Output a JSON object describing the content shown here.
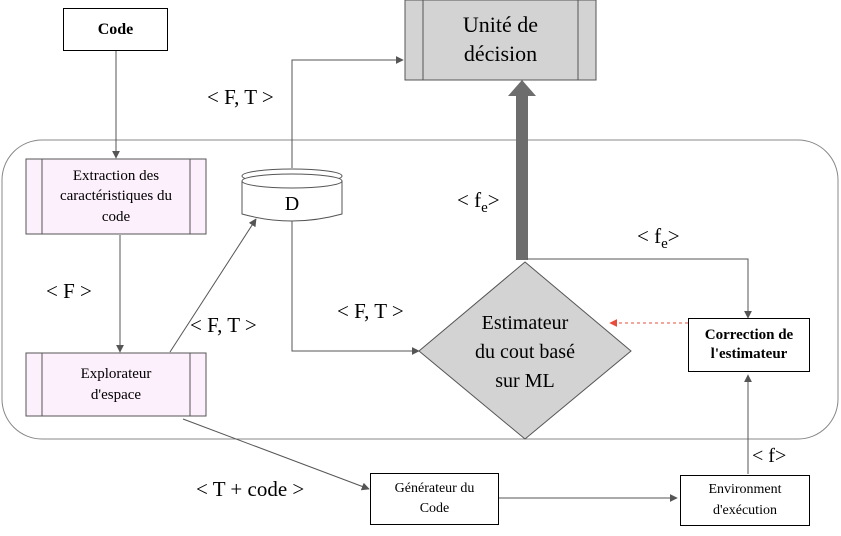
{
  "nodes": {
    "code": "Code",
    "unite": "Unité de\ndécision",
    "extraction": "Extraction des\ncaractéristiques du\ncode",
    "database": "D",
    "explorateur": "Explorateur\nd'espace",
    "estimateur": "Estimateur\ndu cout basé\nsur  ML",
    "correction": "Correction de\nl'estimateur",
    "generateur": "Générateur du\nCode",
    "environnement": "Environment\nd'exécution"
  },
  "labels": {
    "ft_top": "<  F, T >",
    "fe_left_open": "< f",
    "fe_left_sub": "e",
    "fe_left_close": ">",
    "fe_right_open": "< f",
    "fe_right_sub": "e",
    "fe_right_close": ">",
    "f_left": "< F >",
    "ft_mid": "<  F, T >",
    "ft_right": "< F, T >",
    "t_code": "< T + code >",
    "f_small": "< f>"
  },
  "colors": {
    "line": "#555555",
    "process_fill": "#fdf0fd",
    "process_border": "#555555",
    "decision_fill": "#d3d3d3",
    "feedback_arrow": "#e74c3c",
    "region_border": "#888888"
  }
}
